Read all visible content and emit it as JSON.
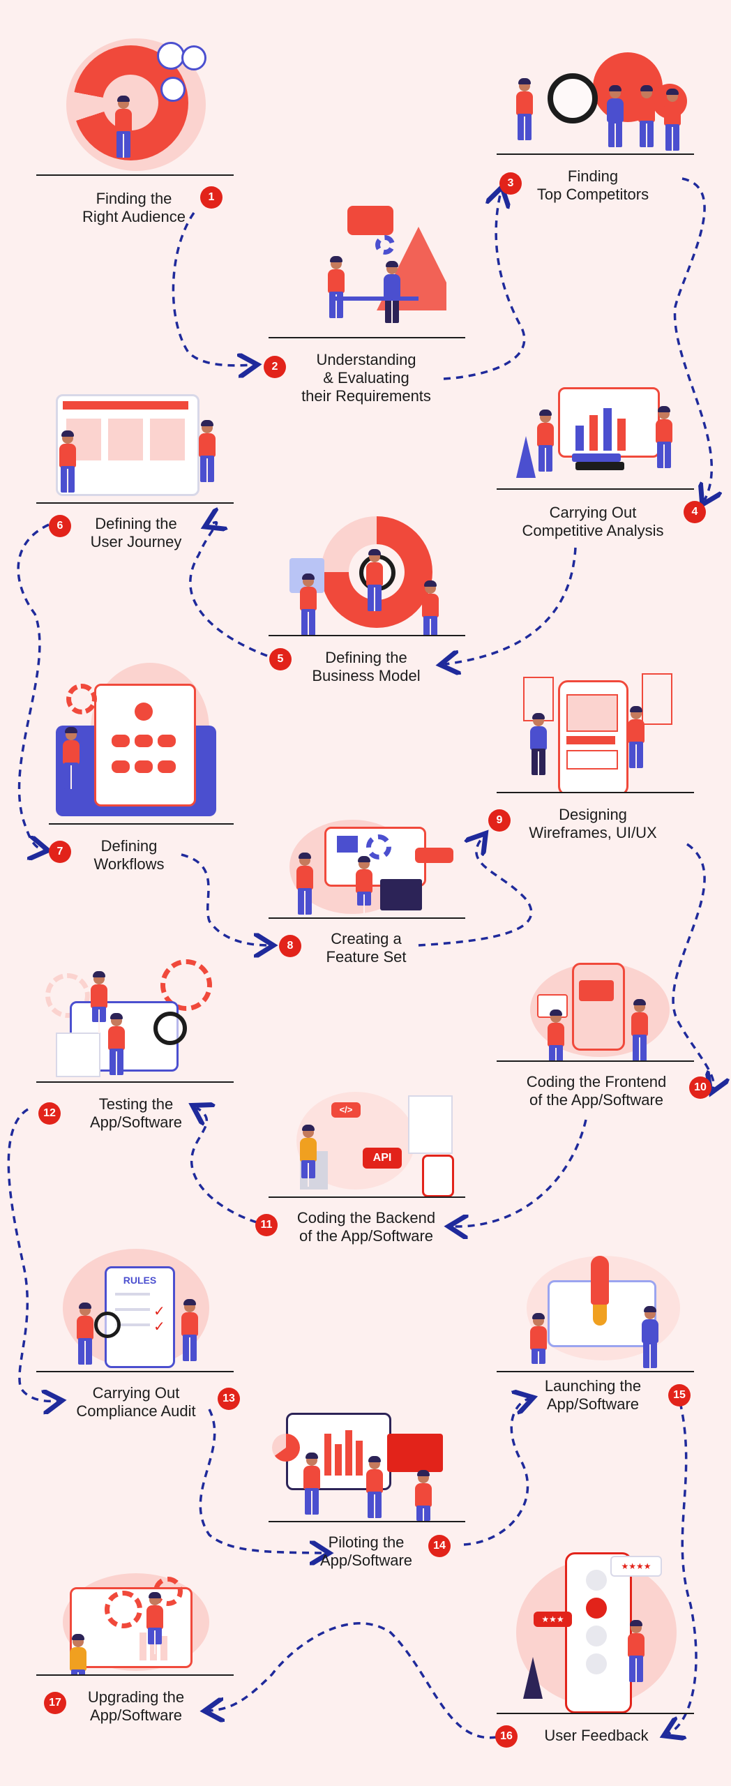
{
  "colors": {
    "background": "#fdf0ef",
    "accent": "#e2231a",
    "path": "#1f2a9b",
    "person_shirt": "#f0493b",
    "person_pants": "#4b4fcf"
  },
  "steps": [
    {
      "number": "1",
      "label": "Finding the\nRight Audience",
      "illustration": "audience-pie-chart-illustration"
    },
    {
      "number": "2",
      "label": "Understanding\n& Evaluating\ntheir Requirements",
      "illustration": "requirements-discussion-illustration"
    },
    {
      "number": "3",
      "label": "Finding\nTop Competitors",
      "illustration": "magnifier-competitors-illustration"
    },
    {
      "number": "4",
      "label": "Carrying Out\nCompetitive Analysis",
      "illustration": "analysis-chart-illustration"
    },
    {
      "number": "5",
      "label": "Defining the\nBusiness Model",
      "illustration": "business-model-illustration"
    },
    {
      "number": "6",
      "label": "Defining the\nUser Journey",
      "illustration": "user-journey-board-illustration"
    },
    {
      "number": "7",
      "label": "Defining\nWorkflows",
      "illustration": "workflow-diagram-illustration"
    },
    {
      "number": "8",
      "label": "Creating a\nFeature Set",
      "illustration": "feature-set-illustration"
    },
    {
      "number": "9",
      "label": "Designing\nWireframes, UI/UX",
      "illustration": "wireframes-phone-illustration"
    },
    {
      "number": "10",
      "label": "Coding the Frontend\nof the App/Software",
      "illustration": "frontend-coding-illustration"
    },
    {
      "number": "11",
      "label": "Coding the Backend\nof the App/Software",
      "illustration": "backend-api-illustration"
    },
    {
      "number": "12",
      "label": "Testing the\nApp/Software",
      "illustration": "testing-gears-illustration"
    },
    {
      "number": "13",
      "label": "Carrying Out\nCompliance Audit",
      "illustration": "compliance-rules-illustration"
    },
    {
      "number": "14",
      "label": "Piloting the\nApp/Software",
      "illustration": "piloting-dashboard-illustration"
    },
    {
      "number": "15",
      "label": "Launching the\nApp/Software",
      "illustration": "rocket-launch-illustration"
    },
    {
      "number": "16",
      "label": "User Feedback",
      "illustration": "feedback-emoji-illustration"
    },
    {
      "number": "17",
      "label": "Upgrading the\nApp/Software",
      "illustration": "upgrade-gears-illustration"
    }
  ],
  "illustration_texts": {
    "rules": "RULES",
    "api": "API",
    "code_tag": "</>"
  }
}
